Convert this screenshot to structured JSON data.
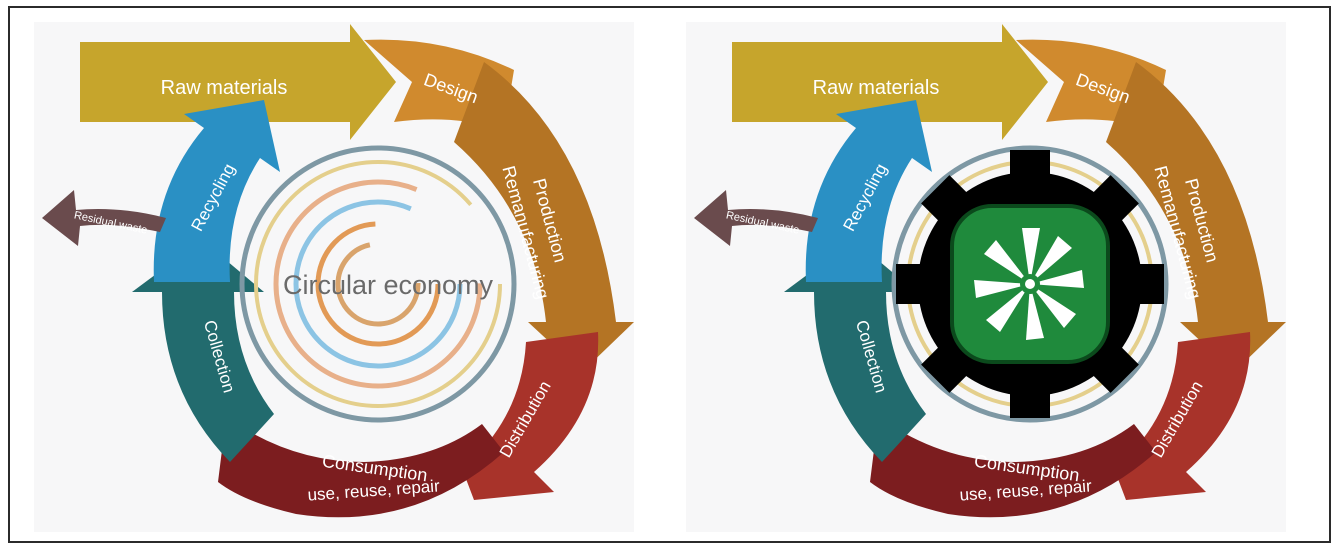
{
  "left_panel": {
    "raw_materials": "Raw materials",
    "design": "Design",
    "production": "Production",
    "remanufacturing": "Remanufacturing",
    "distribution": "Distribution",
    "consumption": "Consumption",
    "consumption_sub": "use, reuse, repair",
    "collection": "Collection",
    "recycling": "Recycling",
    "residual_waste": "Residual waste",
    "center_title": "Circular economy"
  },
  "right_panel": {
    "raw_materials": "Raw materials",
    "design": "Design",
    "production": "Production",
    "remanufacturing": "Remanufacturing",
    "distribution": "Distribution",
    "consumption": "Consumption",
    "consumption_sub": "use, reuse, repair",
    "collection": "Collection",
    "recycling": "Recycling",
    "residual_waste": "Residual waste"
  },
  "colors": {
    "raw_materials": "#c6a52c",
    "design": "#d08a2e",
    "production": "#b47424",
    "distribution": "#a8332a",
    "consumption": "#7c1d1f",
    "collection": "#226b6e",
    "recycling": "#2a90c4",
    "residual_waste": "#6a4b4d",
    "gear": "#000000",
    "logo_green": "#1f8a3c"
  }
}
